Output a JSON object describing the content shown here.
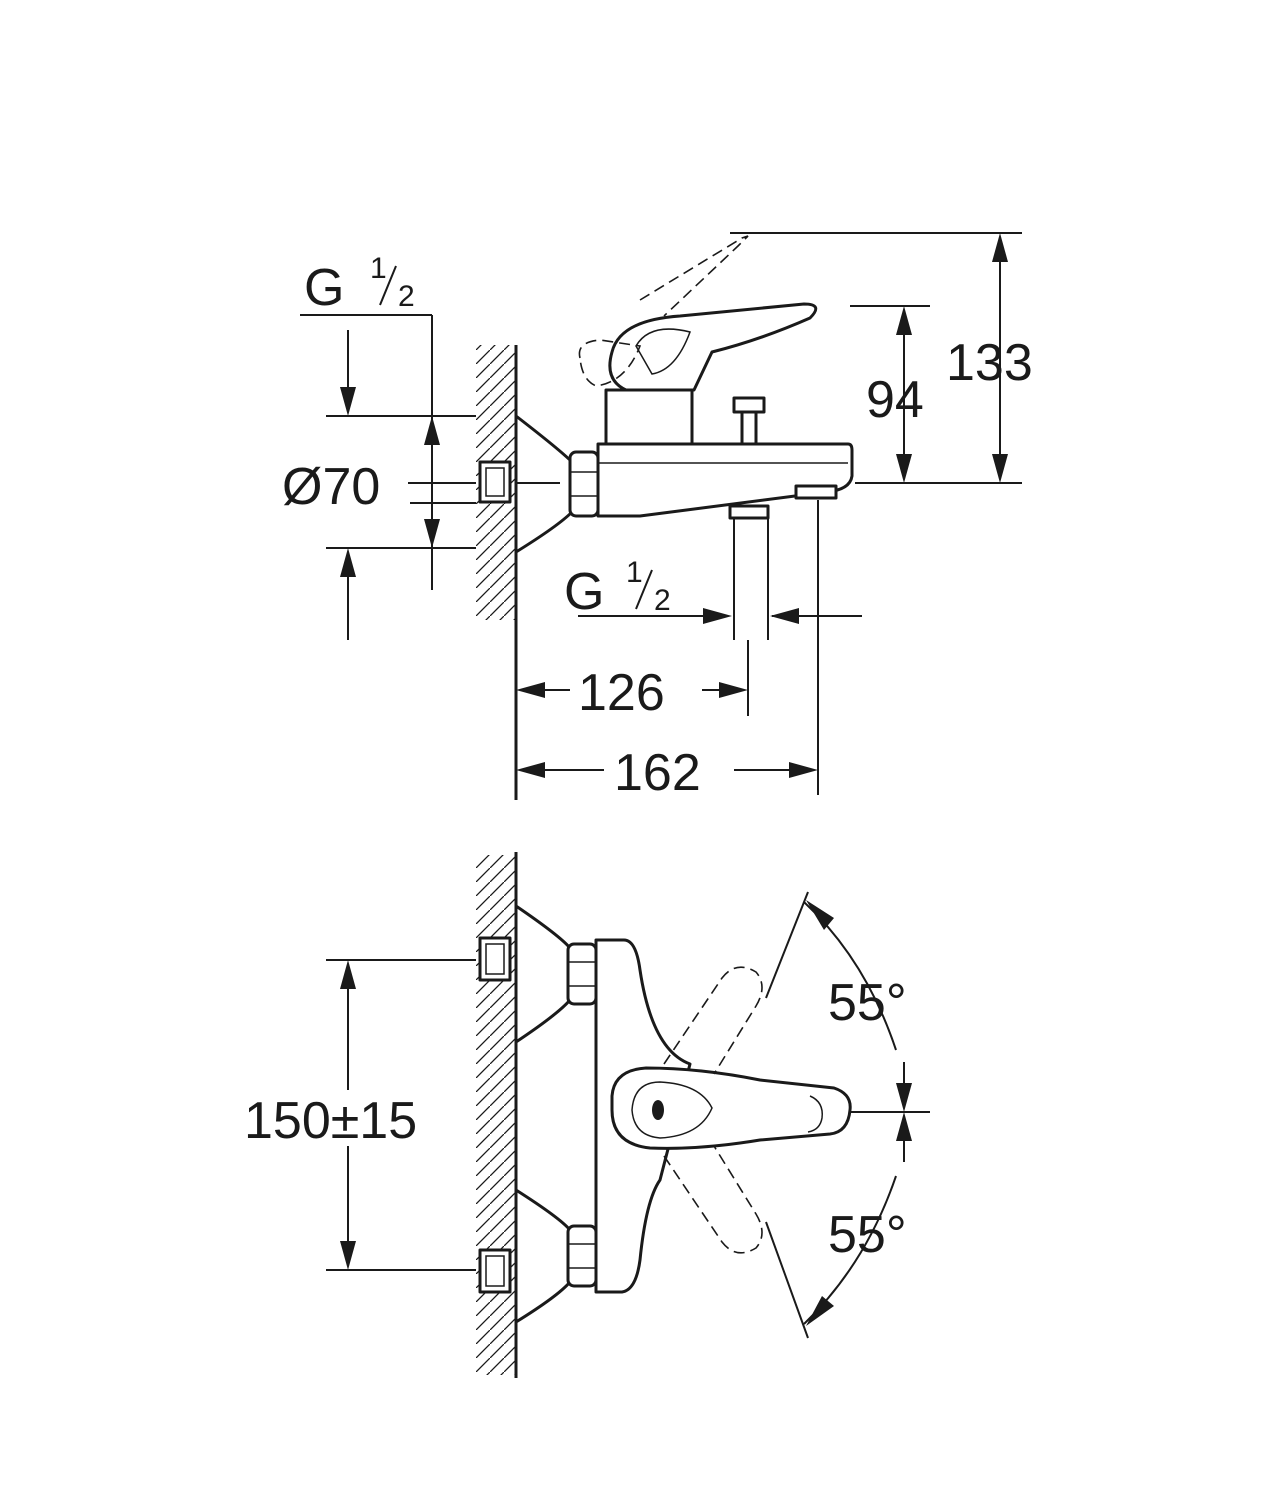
{
  "labels": {
    "thread_top_letter": "G",
    "thread_top_num": "1",
    "thread_top_den": "2",
    "diameter": "Ø70",
    "height_total": "133",
    "height_lever": "94",
    "thread_bottom_letter": "G",
    "thread_bottom_num": "1",
    "thread_bottom_den": "2",
    "depth_spout": "126",
    "depth_total": "162",
    "centers": "150±15",
    "angle_upper": "55°",
    "angle_lower": "55°"
  }
}
